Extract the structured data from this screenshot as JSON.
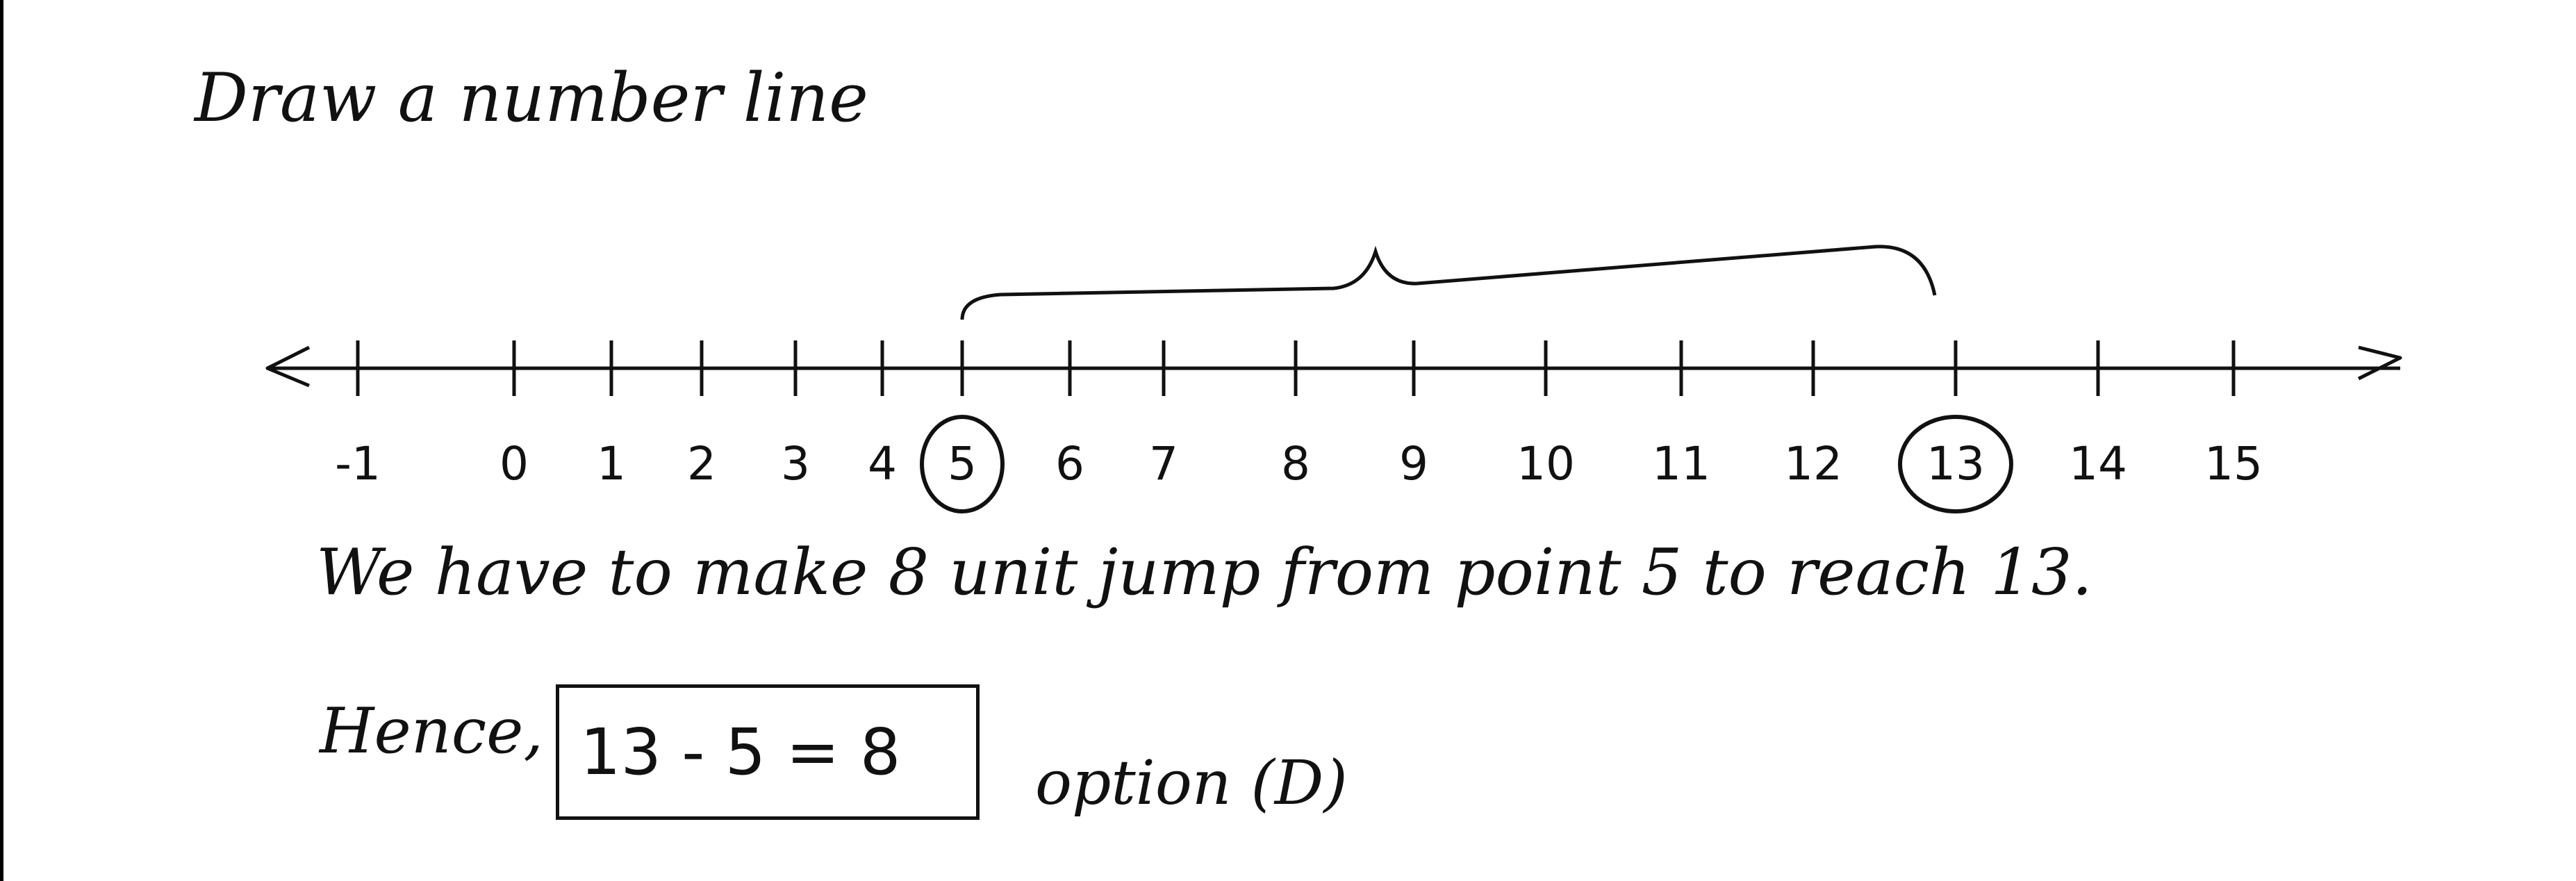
{
  "heading": "Draw a number line",
  "number_line": {
    "ticks": [
      "-1",
      "0",
      "1",
      "2",
      "3",
      "4",
      "5",
      "6",
      "7",
      "8",
      "9",
      "10",
      "11",
      "12",
      "13",
      "14",
      "15"
    ],
    "circled": [
      "5",
      "13"
    ],
    "brace_from": 5,
    "brace_to": 13
  },
  "statement": "We have to make 8 unit jump from point 5 to reach 13.",
  "hence_label": "Hence,",
  "answer_expression": "13 - 5   = 8",
  "option_text": "option (D)"
}
